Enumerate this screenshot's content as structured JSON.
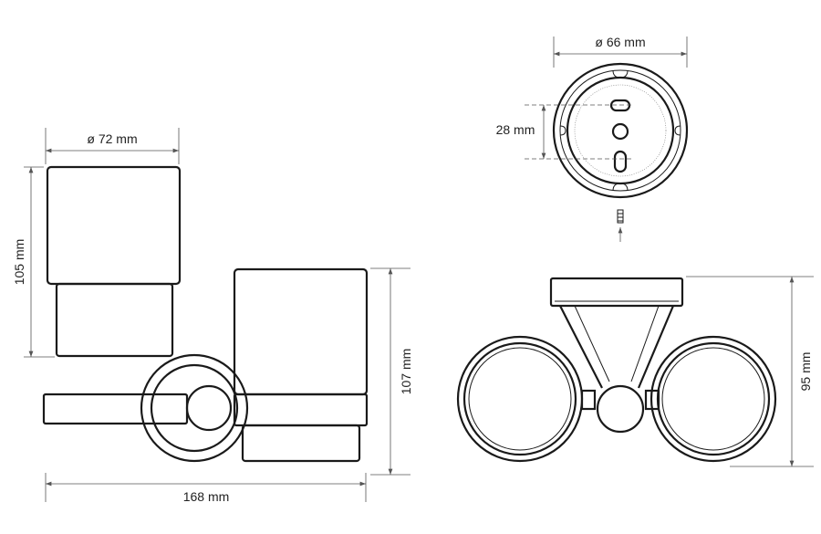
{
  "title": "Double tumbler holder technical drawing",
  "dimensions": {
    "cup_diameter": "ø 72 mm",
    "cup_height": "105 mm",
    "total_height": "107 mm",
    "total_width": "168 mm",
    "base_diameter": "ø 66 mm",
    "hole_spacing": "28 mm",
    "depth": "95 mm"
  }
}
